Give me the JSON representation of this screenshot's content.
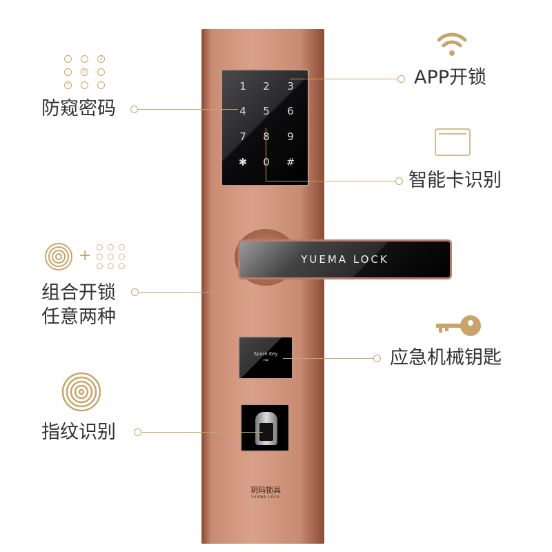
{
  "features": {
    "privacy_password": "防窥密码",
    "app_unlock": "APP开锁",
    "smart_card": "智能卡识别",
    "combo_line1": "组合开锁",
    "combo_line2": "任意两种",
    "mechanical_key": "应急机械钥匙",
    "fingerprint": "指纹识别"
  },
  "keypad": {
    "keys": [
      "1",
      "2",
      "3",
      "4",
      "5",
      "6",
      "7",
      "8",
      "9",
      "✱",
      "0",
      "#"
    ],
    "icon_digits": [
      "3",
      "5",
      "7"
    ]
  },
  "handle": {
    "brand": "YUEMA LOCK"
  },
  "spare_key": {
    "label": "Spare Key"
  },
  "logo": {
    "name_cn": "玥玛锁具",
    "name_en": "YUEMA LOCK"
  },
  "colors": {
    "accent": "#c9a46a",
    "plate": "#c98a72",
    "text": "#333333"
  }
}
